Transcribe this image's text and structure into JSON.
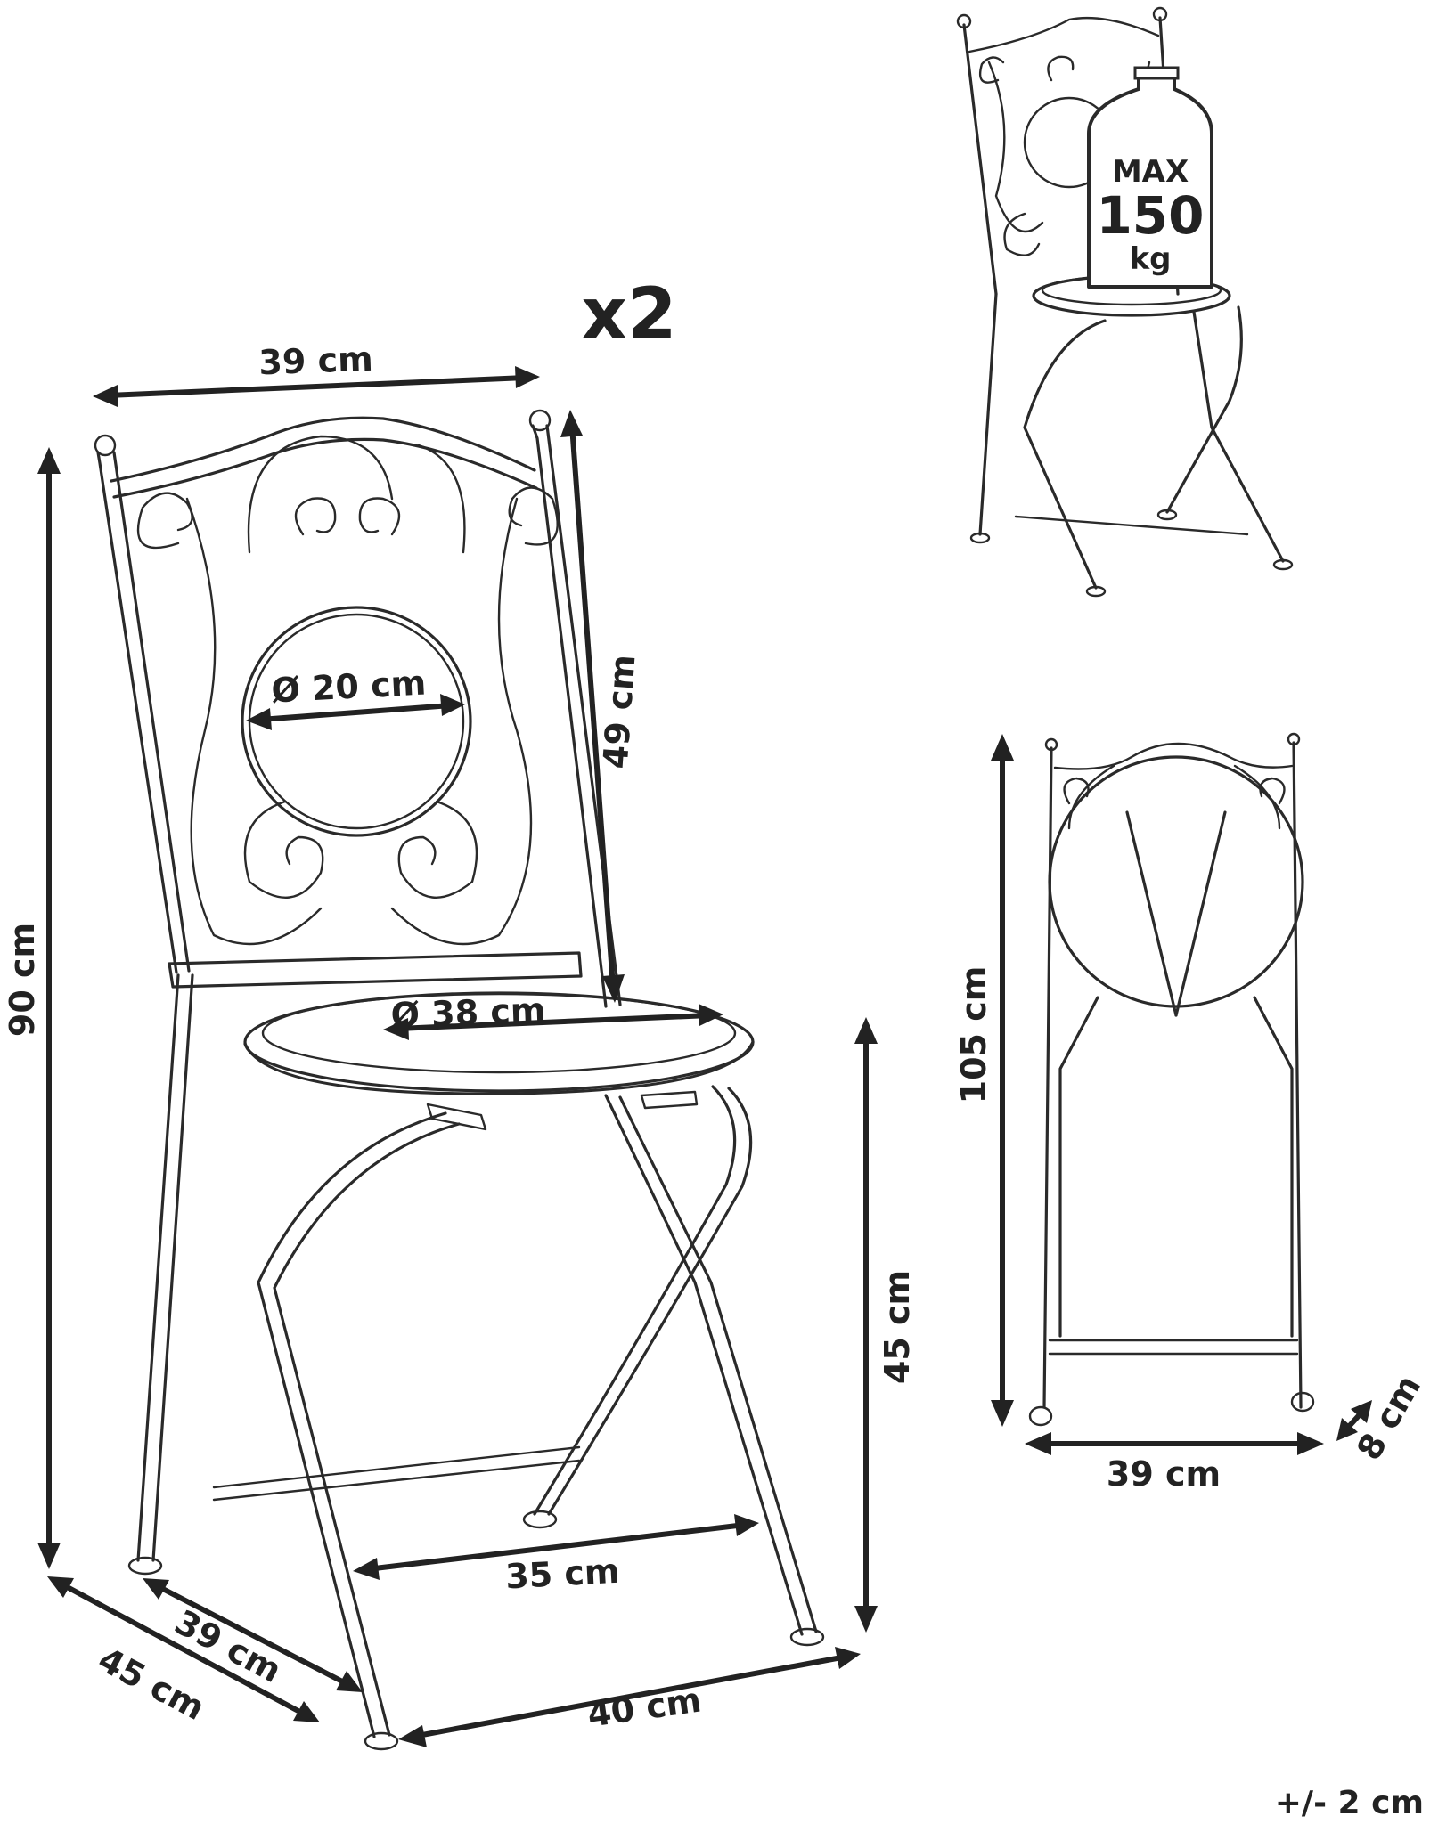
{
  "quantity_label": "x2",
  "tolerance_label": "+/- 2 cm",
  "load_badge": {
    "line1": "MAX",
    "line2": "150",
    "line3": "kg"
  },
  "main_view": {
    "width_top": "39 cm",
    "height_total": "90 cm",
    "backrest_height": "49 cm",
    "medallion_diameter": "Ø 20 cm",
    "seat_diameter": "Ø 38 cm",
    "seat_height": "45 cm",
    "front_leg_span": "35 cm",
    "depth_inner": "39 cm",
    "depth_outer": "45 cm",
    "width_bottom": "40 cm"
  },
  "folded_view": {
    "height": "105 cm",
    "width": "39 cm",
    "thickness": "8 cm"
  },
  "colors": {
    "line": "#2a2a2a",
    "label": "#222222",
    "background": "#ffffff"
  }
}
